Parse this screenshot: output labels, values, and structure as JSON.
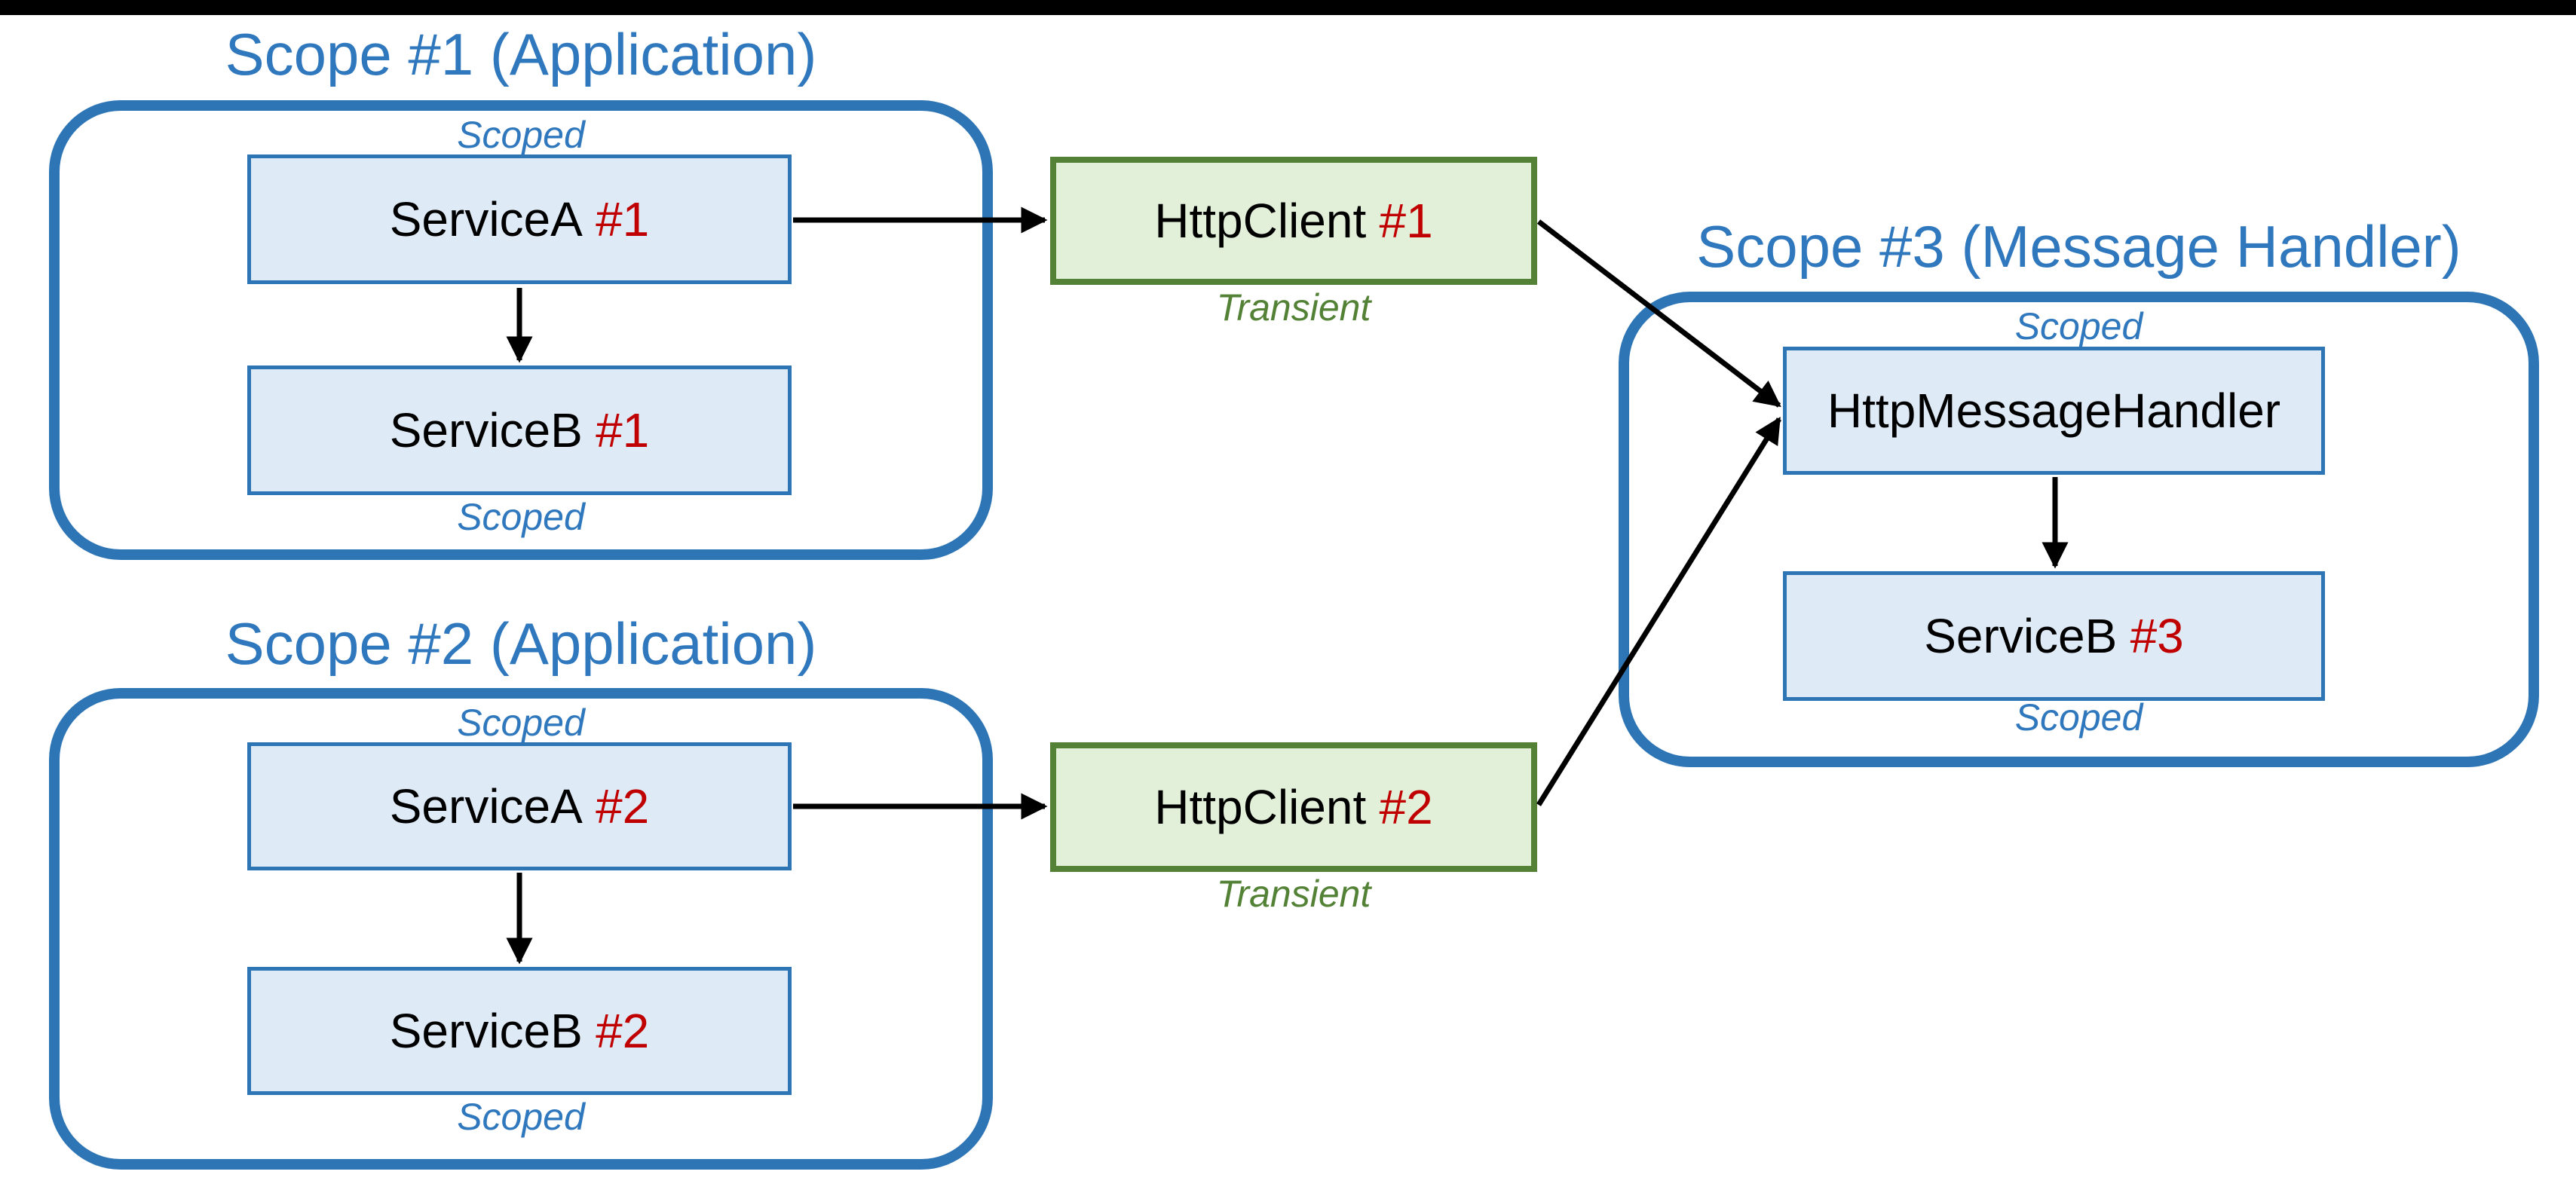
{
  "colors": {
    "scope_border_blue": "#2E75B6",
    "blue_text": "#3078BD",
    "node_fill_blue": "#DEEAF6",
    "green_border": "#538135",
    "green_fill": "#E2EFD9",
    "instance_red": "#C00000",
    "arrow_black": "#000000",
    "top_bar_black": "#000000"
  },
  "scopes": [
    {
      "title": "Scope #1 (Application)",
      "scoped_top": "Scoped",
      "scoped_bottom": "Scoped",
      "nodes": [
        {
          "text": "ServiceA",
          "num": "#1"
        },
        {
          "text": "ServiceB",
          "num": "#1"
        }
      ]
    },
    {
      "title": "Scope #2 (Application)",
      "scoped_top": "Scoped",
      "scoped_bottom": "Scoped",
      "nodes": [
        {
          "text": "ServiceA",
          "num": "#2"
        },
        {
          "text": "ServiceB",
          "num": "#2"
        }
      ]
    },
    {
      "title": "Scope #3 (Message Handler)",
      "scoped_top": "Scoped",
      "scoped_bottom": "Scoped",
      "nodes": [
        {
          "text": "HttpMessageHandler",
          "num": ""
        },
        {
          "text": "ServiceB",
          "num": "#3"
        }
      ]
    }
  ],
  "clients": [
    {
      "text": "HttpClient",
      "num": "#1",
      "lifetime": "Transient"
    },
    {
      "text": "HttpClient",
      "num": "#2",
      "lifetime": "Transient"
    }
  ]
}
